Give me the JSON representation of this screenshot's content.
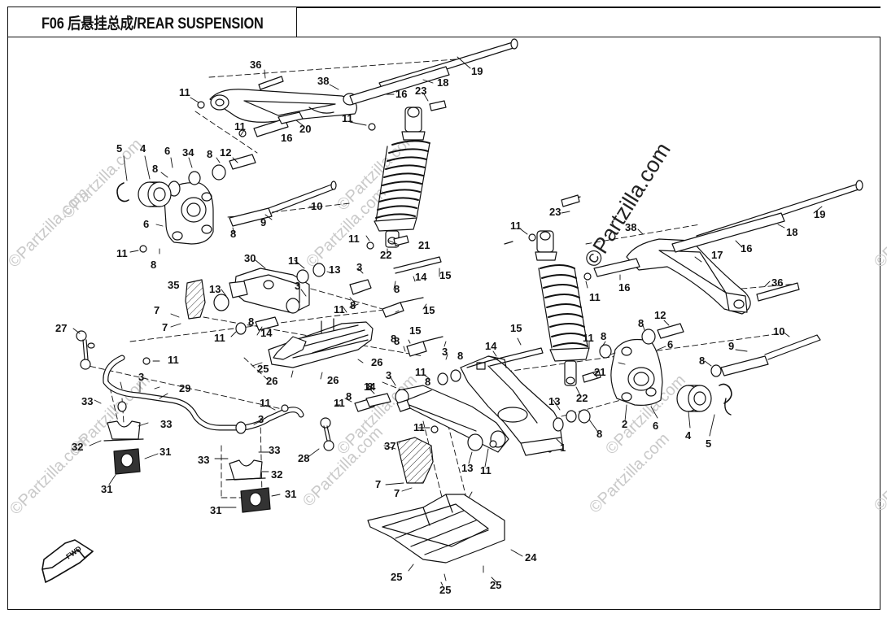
{
  "title": "F06 后悬挂总成/REAR SUSPENSION",
  "watermark": "©Partzilla.com",
  "fwd_label": "FWD",
  "callouts": [
    "1",
    "2",
    "3",
    "4",
    "5",
    "6",
    "7",
    "8",
    "9",
    "10",
    "11",
    "12",
    "13",
    "14",
    "15",
    "16",
    "17",
    "18",
    "19",
    "20",
    "21",
    "22",
    "23",
    "24",
    "25",
    "26",
    "27",
    "28",
    "29",
    "30",
    "31",
    "32",
    "33",
    "34",
    "35",
    "36",
    "37",
    "38"
  ]
}
